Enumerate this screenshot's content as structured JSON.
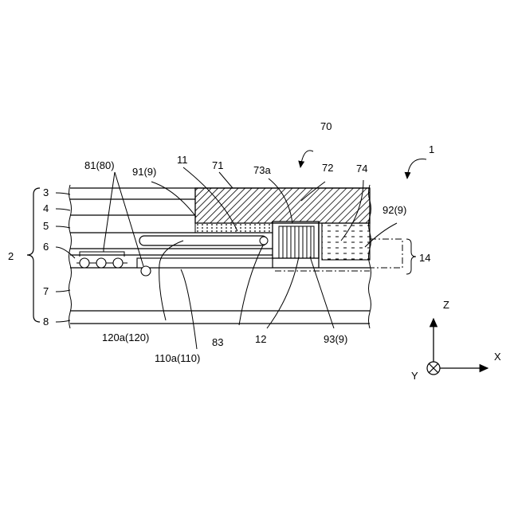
{
  "figure": {
    "reference_labels": {
      "device": "1",
      "stack": "2",
      "layer_3": "3",
      "layer_4": "4",
      "layer_5": "5",
      "layer_6": "6",
      "layer_7": "7",
      "layer_8": "8",
      "assembly": "70",
      "part_71": "71",
      "part_72": "72",
      "part_73a": "73a",
      "part_74": "74",
      "part_11": "11",
      "part_91": "91(9)",
      "part_81": "81(80)",
      "part_92": "92(9)",
      "part_14": "14",
      "part_120a": "120a(120)",
      "part_110a": "110a(110)",
      "part_83": "83",
      "part_12": "12",
      "part_93": "93(9)"
    },
    "axes": {
      "z": "Z",
      "x": "X",
      "y": "Y"
    }
  }
}
